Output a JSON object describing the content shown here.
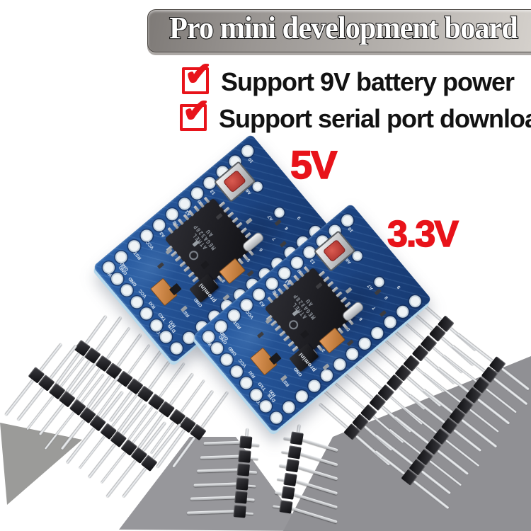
{
  "title_banner": {
    "text": "Pro mini development board"
  },
  "features": {
    "check_glyph": "✔",
    "check_color": "#e8131a",
    "items": [
      {
        "label": "Support 9V battery power"
      },
      {
        "label": "Support serial port download"
      }
    ]
  },
  "boards": [
    {
      "id": "5v",
      "voltage_label": "5V"
    },
    {
      "id": "3v3",
      "voltage_label": "3.3V"
    }
  ],
  "board_silkscreen": {
    "top_row": [
      "RAW",
      "GND",
      "RST",
      "VCC",
      "A3",
      "A2",
      "A1",
      "A0",
      "13",
      "12",
      "11",
      "10"
    ],
    "bottom_row": [
      "TXO",
      "RXI",
      "RST",
      "GND",
      "2",
      "3",
      "4",
      "5",
      "6",
      "7",
      "8",
      "9"
    ],
    "prog_edge": [
      "GND",
      "GND",
      "VCC",
      "RXI",
      "TXO",
      "DTR"
    ],
    "inner": [
      "A4",
      "A5",
      "A6",
      "A7"
    ],
    "logo": "promini"
  },
  "chip": {
    "marking": [
      "ATMEL",
      "MEGA328P",
      "AU"
    ]
  },
  "headers": {
    "straight_pin_count": 12,
    "angle_pin_count": 6
  },
  "colors": {
    "accent_red": "#e8131a",
    "pcb_blue": "#24589e",
    "header_black": "#141417",
    "pin_silver": "#d6d8da",
    "cap_orange": "#cf8347",
    "button_red": "#c8433c",
    "shadow_gray": "#97979b"
  }
}
